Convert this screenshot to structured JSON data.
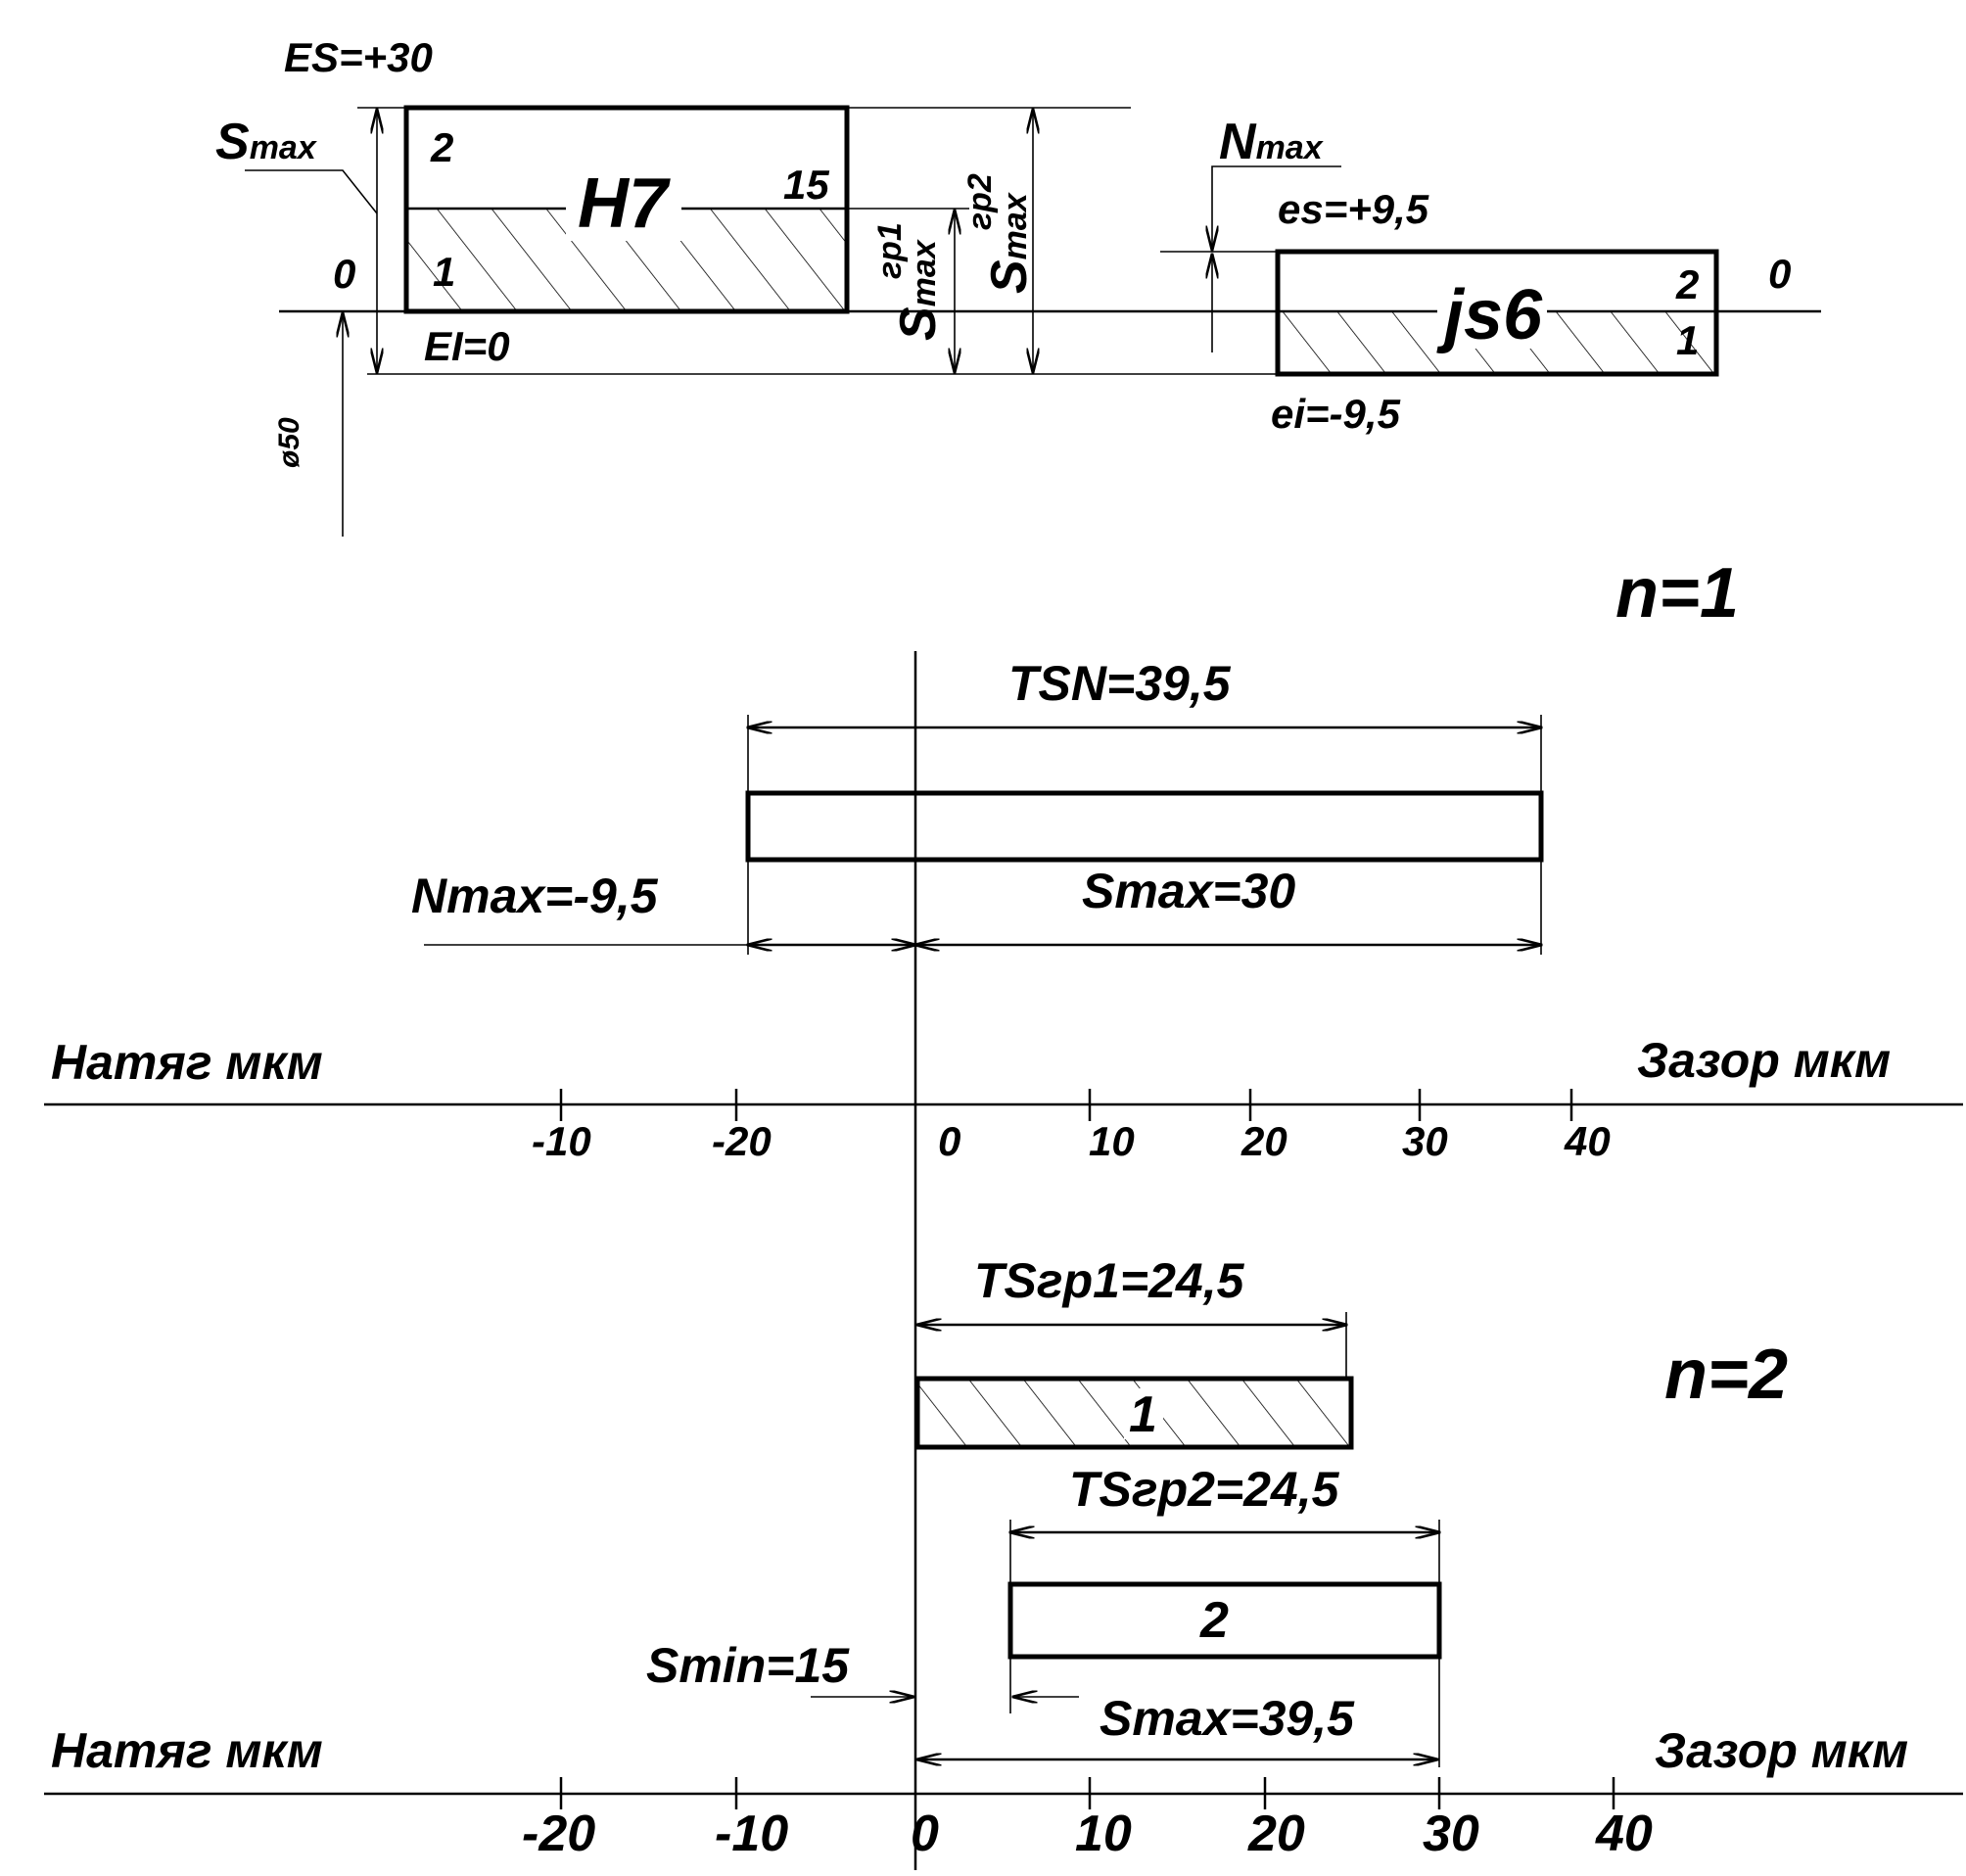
{
  "top": {
    "ES": "ES=+30",
    "EI": "EI=0",
    "es": "es=+9,5",
    "ei": "ei=-9,5",
    "zero_left": "0",
    "zero_right": "0",
    "hole_field": "H7",
    "shaft_field": "js6",
    "group_2": "2",
    "group_1": "1",
    "hole_mid": "15",
    "smax": "S",
    "smax_sub": "max",
    "nmax": "N",
    "nmax_sub": "max",
    "smax_gr1_main": "S",
    "smax_gr1_sub": "max",
    "smax_gr1_sup": "гр1",
    "smax_gr2_main": "S",
    "smax_gr2_sub": "max",
    "smax_gr2_sup": "гр2",
    "diameter": "ø50"
  },
  "section1": {
    "n_label": "n=1",
    "TSN": "TSN=39,5",
    "Nmax": "Nmax=-9,5",
    "Smax": "Smax=30",
    "left_axis": "Натяг мкм",
    "right_axis": "Зазор мкм",
    "ticks": [
      "-10",
      "-20",
      "0",
      "10",
      "20",
      "30",
      "40"
    ]
  },
  "section2": {
    "n_label": "n=2",
    "TSgr1": "TSгр1=24,5",
    "TSgr2": "TSгр2=24,5",
    "group1": "1",
    "group2": "2",
    "Smin": "Smin=15",
    "Smax": "Smax=39,5",
    "left_axis": "Натяг мкм",
    "right_axis": "Зазор мкм",
    "ticks": [
      "-20",
      "-10",
      "0",
      "10",
      "20",
      "30",
      "40"
    ]
  }
}
